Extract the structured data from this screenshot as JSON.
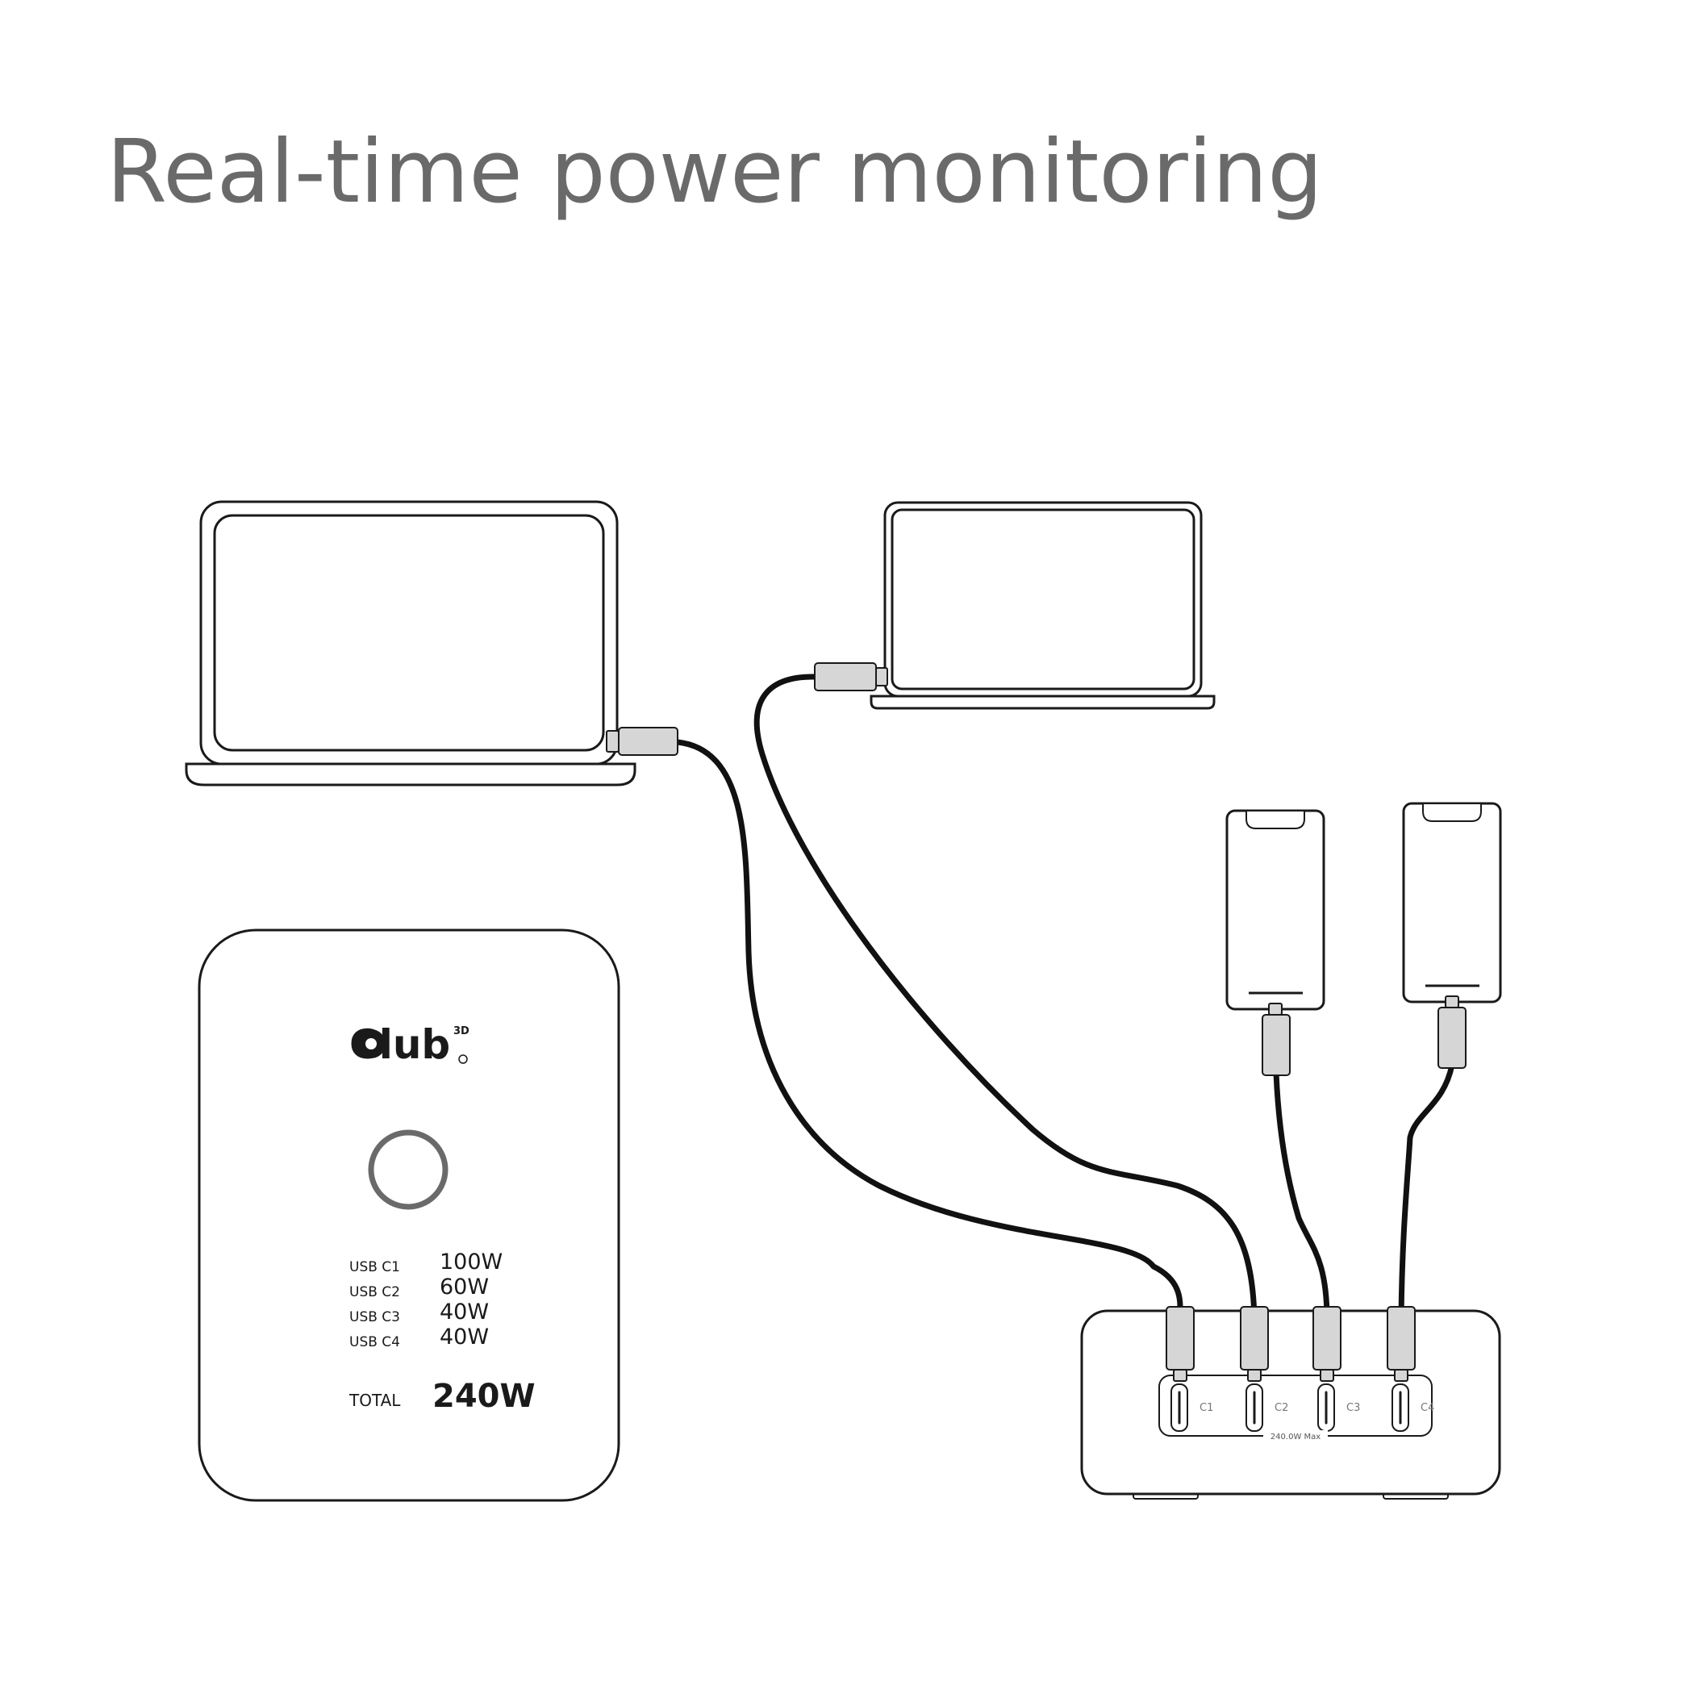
{
  "title": "Real-time power monitoring",
  "logo": {
    "text": "Club",
    "superscript": "3D"
  },
  "display": {
    "rows": [
      {
        "port": "USB C1",
        "watts": "100W"
      },
      {
        "port": "USB C2",
        "watts": "60W"
      },
      {
        "port": "USB C3",
        "watts": "40W"
      },
      {
        "port": "USB C4",
        "watts": "40W"
      }
    ],
    "total_label": "TOTAL",
    "total_value": "240W"
  },
  "charger": {
    "ports": [
      "C1",
      "C2",
      "C3",
      "C4"
    ],
    "max_label": "240.0W Max"
  },
  "colors": {
    "title": "#6a6a6a",
    "outline": "#1a1a1a",
    "cable": "#111111",
    "plug_fill": "#d6d6d6",
    "button_ring": "#6a6a6a"
  }
}
